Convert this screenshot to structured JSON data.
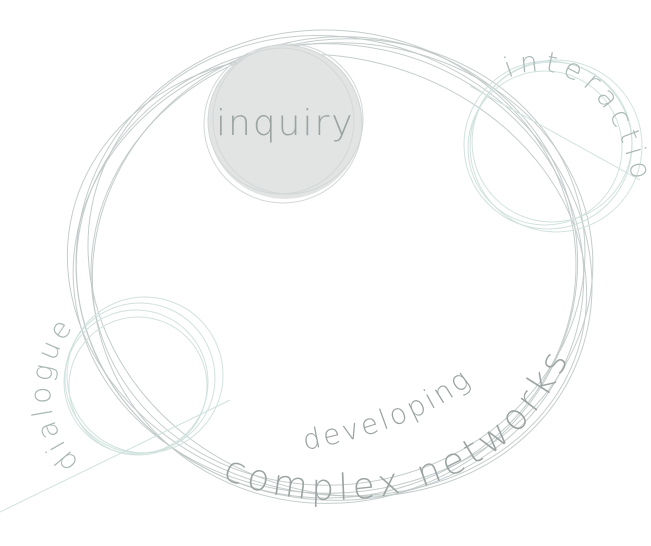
{
  "diagram": {
    "labels": {
      "inquiry": "inquiry",
      "interaction": "interaction",
      "dialogue": "dialogue",
      "developing": "developing",
      "complex_networks": "complex networks"
    }
  }
}
